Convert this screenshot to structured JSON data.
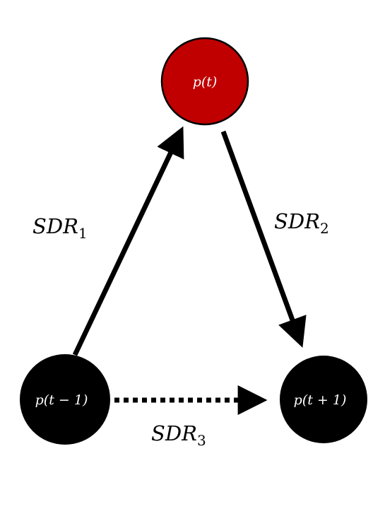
{
  "colors": {
    "current_node": "#c00000",
    "other_nodes": "#000000",
    "node_text": "#ffffff",
    "arrows": "#000000"
  },
  "nodes": {
    "top": {
      "label": "p(t)"
    },
    "bottom_left": {
      "label": "p(t − 1)"
    },
    "bottom_right": {
      "label": "p(t + 1)"
    }
  },
  "edges": {
    "sdr1": {
      "label": "SDR",
      "subscript": "1",
      "style": "solid"
    },
    "sdr2": {
      "label": "SDR",
      "subscript": "2",
      "style": "solid"
    },
    "sdr3": {
      "label": "SDR",
      "subscript": "3",
      "style": "dotted"
    }
  }
}
